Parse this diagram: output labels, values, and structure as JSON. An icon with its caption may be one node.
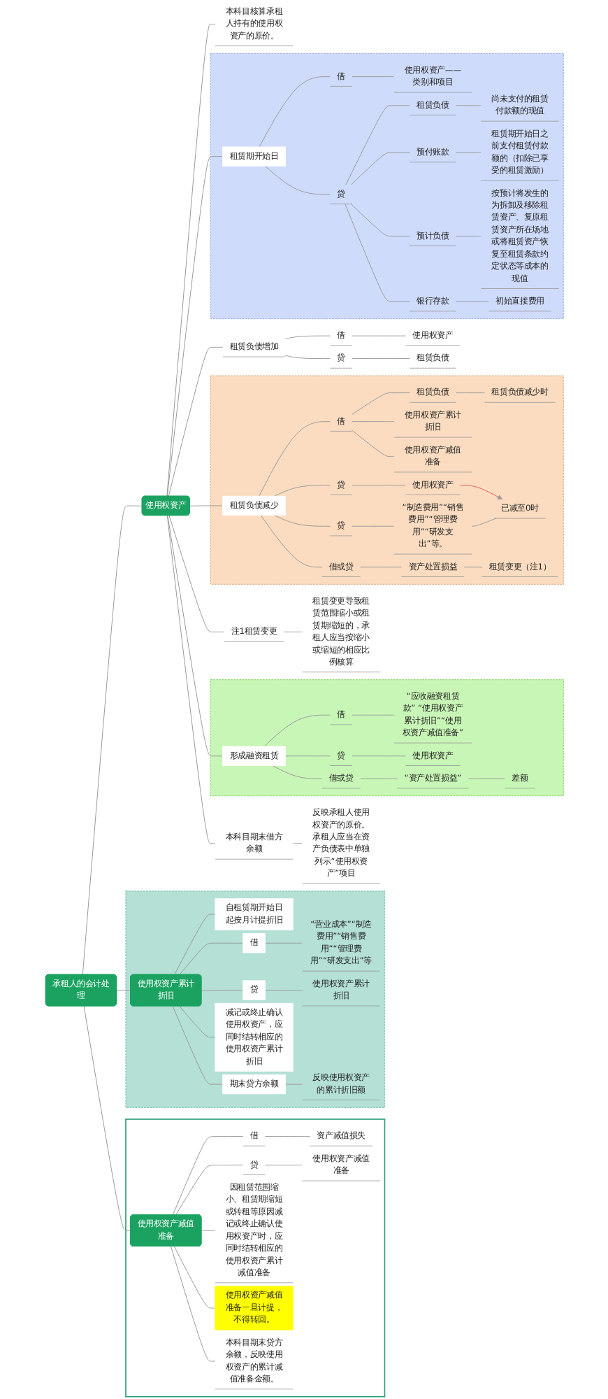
{
  "diagram": {
    "nodes": [
      {
        "text": [
          "承租人的会计处理"
        ]
      },
      {
        "text": [
          "使用权资产"
        ]
      },
      {
        "text": [
          "本科目核算承租人持有的使用权资产的原价。"
        ]
      },
      {
        "text": [],
        "shape": "box"
      },
      {
        "text": [
          "租赁期开始日"
        ],
        "in": 3
      },
      {
        "text": [
          "借"
        ],
        "in": 3
      },
      {
        "text": [
          "使用权资产——类别和项目"
        ],
        "in": 3
      },
      {
        "text": [
          "贷"
        ],
        "in": 3
      },
      {
        "text": [
          "租赁负债"
        ],
        "in": 3
      },
      {
        "text": [
          "尚未支付的租赁付款额的现值"
        ],
        "in": 3
      },
      {
        "text": [
          "预付账款"
        ],
        "in": 3
      },
      {
        "text": [
          "租赁期开始日之前支付租赁付款额的（扣除已享受的租赁激励）"
        ],
        "in": 3
      },
      {
        "text": [
          "预计负债"
        ],
        "in": 3
      },
      {
        "text": [
          "按预计将发生的为拆卸及移除租赁资产、复原租赁资产所在场地或将租赁资产恢复至租赁条款约定状态等成本的现值"
        ],
        "in": 3
      },
      {
        "text": [
          "银行存款"
        ],
        "in": 3
      },
      {
        "text": [
          "初始直接费用"
        ],
        "in": 3
      },
      {
        "text": [
          "租赁负债增加"
        ]
      },
      {
        "text": [
          "借"
        ]
      },
      {
        "text": [
          "使用权资产"
        ]
      },
      {
        "text": [
          "贷"
        ]
      },
      {
        "text": [
          "租赁负债"
        ]
      },
      {
        "text": [],
        "shape": "box"
      },
      {
        "text": [
          "租赁负债减少"
        ],
        "in": 21
      },
      {
        "text": [
          "借"
        ],
        "in": 21
      },
      {
        "text": [
          "租赁负债"
        ],
        "in": 21
      },
      {
        "text": [
          "租赁负债减少时"
        ],
        "in": 21
      },
      {
        "text": [
          "使用权资产累计折旧"
        ],
        "in": 21
      },
      {
        "text": [
          "使用权资产减值准备"
        ],
        "in": 21
      },
      {
        "text": [
          "贷"
        ],
        "in": 21
      },
      {
        "text": [
          "使用权资产"
        ],
        "in": 21
      },
      {
        "text": [
          "贷"
        ],
        "in": 21
      },
      {
        "text": [
          "“制造费用”“销售费用”“管理费用”“研发支出”等。"
        ],
        "in": 21
      },
      {
        "text": [
          "已减至0时"
        ],
        "in": 21
      },
      {
        "text": [
          "借或贷"
        ],
        "in": 21
      },
      {
        "text": [
          "资产处置损益"
        ],
        "in": 21
      },
      {
        "text": [
          "租赁变更（注1）"
        ],
        "in": 21
      },
      {
        "text": [
          "注1租赁变更"
        ]
      },
      {
        "text": [
          "租赁变更导致租赁范围缩小或租赁期缩短的，承租人应当按缩小或缩短的相应比例核算"
        ]
      },
      {
        "text": [],
        "shape": "box"
      },
      {
        "text": [
          "形成融资租赁"
        ],
        "in": 38
      },
      {
        "text": [
          "借"
        ],
        "in": 38
      },
      {
        "text": [
          "“应收融资租赁款” “使用权资产累计折旧”“使用权资产减值准备”"
        ],
        "in": 38
      },
      {
        "text": [
          "贷"
        ],
        "in": 38
      },
      {
        "text": [
          "使用权资产"
        ],
        "in": 38
      },
      {
        "text": [
          "借或贷"
        ],
        "in": 38
      },
      {
        "text": [
          "“资产处置损益”"
        ],
        "in": 38
      },
      {
        "text": [
          "差额"
        ],
        "in": 38
      },
      {
        "text": [
          "本科目期末借方余额"
        ]
      },
      {
        "text": [
          "反映承租人使用权资产的原价。承租人应当在资产负债表中单独列示“使用权资产”项目"
        ]
      },
      {
        "text": [],
        "shape": "box"
      },
      {
        "text": [
          "使用权资产累计折旧"
        ],
        "in": 49
      },
      {
        "text": [
          "自租赁期开始日起按月计提折旧"
        ],
        "in": 49
      },
      {
        "text": [
          "借"
        ],
        "in": 49
      },
      {
        "text": [
          "“营业成本”“制造费用”“销售费用”“管理费用”“研发支出”等"
        ],
        "in": 49
      },
      {
        "text": [
          "贷"
        ],
        "in": 49
      },
      {
        "text": [
          "使用权资产累计折旧"
        ],
        "in": 49
      },
      {
        "text": [
          "减记或终止确认使用权资产，应同时结转相应的使用权资产累计折旧"
        ],
        "in": 49
      },
      {
        "text": [
          "期末贷方余额"
        ],
        "in": 49
      },
      {
        "text": [
          "反映使用权资产的累计折旧额"
        ],
        "in": 49
      },
      {
        "text": [],
        "shape": "cloud"
      },
      {
        "text": [
          "使用权资产减值准备"
        ],
        "in": 59
      },
      {
        "text": [
          "借"
        ],
        "in": 59
      },
      {
        "text": [
          "资产减值损失"
        ],
        "in": 59
      },
      {
        "text": [
          "贷"
        ],
        "in": 59
      },
      {
        "text": [
          "使用权资产减值准备"
        ],
        "in": 59
      },
      {
        "text": [
          "因租赁范围缩小、租赁期缩短或转租等原因减记或终止确认使用权资产时，应同时结转相应的使用权资产累计减值准备"
        ],
        "in": 59
      },
      {
        "text": [
          "使用权资产减值准备一旦计提，不得转回。"
        ],
        "in": 59
      },
      {
        "text": [
          "本科目期末贷方余额，反映使用权资产的累计减值准备金额。"
        ],
        "in": 59
      }
    ],
    "edges": [
      {
        "from": 0,
        "to": 1,
        "arrow": "none"
      },
      {
        "from": 1,
        "to": 2,
        "arrow": "none"
      },
      {
        "from": 1,
        "to": 4,
        "arrow": "none"
      },
      {
        "from": 4,
        "to": 5,
        "arrow": "none"
      },
      {
        "from": 5,
        "to": 6,
        "arrow": "none"
      },
      {
        "from": 4,
        "to": 7,
        "arrow": "none"
      },
      {
        "from": 7,
        "to": 8,
        "arrow": "none"
      },
      {
        "from": 8,
        "to": 9,
        "arrow": "none"
      },
      {
        "from": 7,
        "to": 10,
        "arrow": "none"
      },
      {
        "from": 10,
        "to": 11,
        "arrow": "none"
      },
      {
        "from": 7,
        "to": 12,
        "arrow": "none"
      },
      {
        "from": 12,
        "to": 13,
        "arrow": "none"
      },
      {
        "from": 7,
        "to": 14,
        "arrow": "none"
      },
      {
        "from": 14,
        "to": 15,
        "arrow": "none"
      },
      {
        "from": 1,
        "to": 16,
        "arrow": "none"
      },
      {
        "from": 16,
        "to": 17,
        "arrow": "none"
      },
      {
        "from": 17,
        "to": 18,
        "arrow": "none"
      },
      {
        "from": 16,
        "to": 19,
        "arrow": "none"
      },
      {
        "from": 19,
        "to": 20,
        "arrow": "none"
      },
      {
        "from": 1,
        "to": 22,
        "arrow": "none"
      },
      {
        "from": 22,
        "to": 23,
        "arrow": "none"
      },
      {
        "from": 23,
        "to": 24,
        "arrow": "none"
      },
      {
        "from": 24,
        "to": 25,
        "arrow": "none"
      },
      {
        "from": 23,
        "to": 26,
        "arrow": "none"
      },
      {
        "from": 23,
        "to": 27,
        "arrow": "none"
      },
      {
        "from": 22,
        "to": 28,
        "arrow": "none"
      },
      {
        "from": 28,
        "to": 29,
        "arrow": "none"
      },
      {
        "from": 22,
        "to": 30,
        "arrow": "none"
      },
      {
        "from": 30,
        "to": 31,
        "arrow": "none"
      },
      {
        "from": 31,
        "to": 32,
        "arrow": "none"
      },
      {
        "from": 29,
        "to": 32,
        "arrow": "to",
        "color": "#e06060"
      },
      {
        "from": 22,
        "to": 33,
        "arrow": "none"
      },
      {
        "from": 33,
        "to": 34,
        "arrow": "none"
      },
      {
        "from": 34,
        "to": 35,
        "arrow": "none"
      },
      {
        "from": 1,
        "to": 36,
        "arrow": "none"
      },
      {
        "from": 36,
        "to": 37,
        "arrow": "none"
      },
      {
        "from": 1,
        "to": 39,
        "arrow": "none"
      },
      {
        "from": 39,
        "to": 40,
        "arrow": "none"
      },
      {
        "from": 40,
        "to": 41,
        "arrow": "none"
      },
      {
        "from": 39,
        "to": 42,
        "arrow": "none"
      },
      {
        "from": 42,
        "to": 43,
        "arrow": "none"
      },
      {
        "from": 39,
        "to": 44,
        "arrow": "none"
      },
      {
        "from": 44,
        "to": 45,
        "arrow": "none"
      },
      {
        "from": 45,
        "to": 46,
        "arrow": "none"
      },
      {
        "from": 1,
        "to": 47,
        "arrow": "none"
      },
      {
        "from": 47,
        "to": 48,
        "arrow": "none"
      },
      {
        "from": 0,
        "to": 50,
        "arrow": "none"
      },
      {
        "from": 50,
        "to": 51,
        "arrow": "none"
      },
      {
        "from": 50,
        "to": 52,
        "arrow": "none"
      },
      {
        "from": 52,
        "to": 53,
        "arrow": "none"
      },
      {
        "from": 50,
        "to": 54,
        "arrow": "none"
      },
      {
        "from": 54,
        "to": 55,
        "arrow": "none"
      },
      {
        "from": 50,
        "to": 56,
        "arrow": "none"
      },
      {
        "from": 50,
        "to": 57,
        "arrow": "none"
      },
      {
        "from": 57,
        "to": 58,
        "arrow": "none"
      },
      {
        "from": 0,
        "to": 60,
        "arrow": "none"
      },
      {
        "from": 60,
        "to": 61,
        "arrow": "none"
      },
      {
        "from": 61,
        "to": 62,
        "arrow": "none"
      },
      {
        "from": 60,
        "to": 63,
        "arrow": "none"
      },
      {
        "from": 63,
        "to": 64,
        "arrow": "none"
      },
      {
        "from": 60,
        "to": 65,
        "arrow": "none"
      },
      {
        "from": 60,
        "to": 66,
        "arrow": "none"
      },
      {
        "from": 60,
        "to": 67,
        "arrow": "none"
      }
    ]
  }
}
